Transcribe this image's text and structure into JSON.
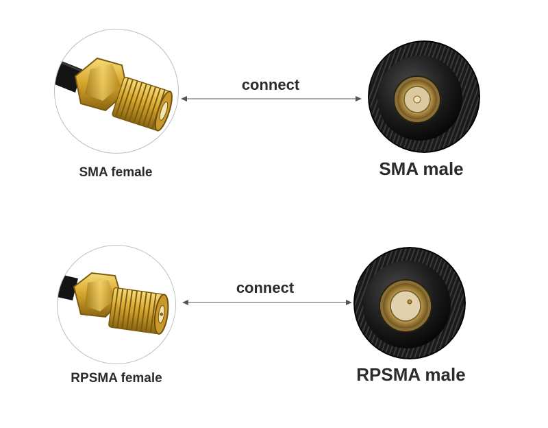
{
  "pairs": [
    {
      "female_label": "SMA female",
      "male_label": "SMA male",
      "connect_label": "connect",
      "female_icon": "sma-female-connector-icon",
      "male_icon": "sma-male-connector-icon"
    },
    {
      "female_label": "RPSMA female",
      "male_label": "RPSMA male",
      "connect_label": "connect",
      "female_icon": "rpsma-female-connector-icon",
      "male_icon": "rpsma-male-connector-icon"
    }
  ],
  "colors": {
    "gold": "#d4a52a",
    "gold_dark": "#8a6512",
    "black_knurl": "#1a1a1a",
    "cable": "#151515",
    "text": "#2b2b2b"
  }
}
